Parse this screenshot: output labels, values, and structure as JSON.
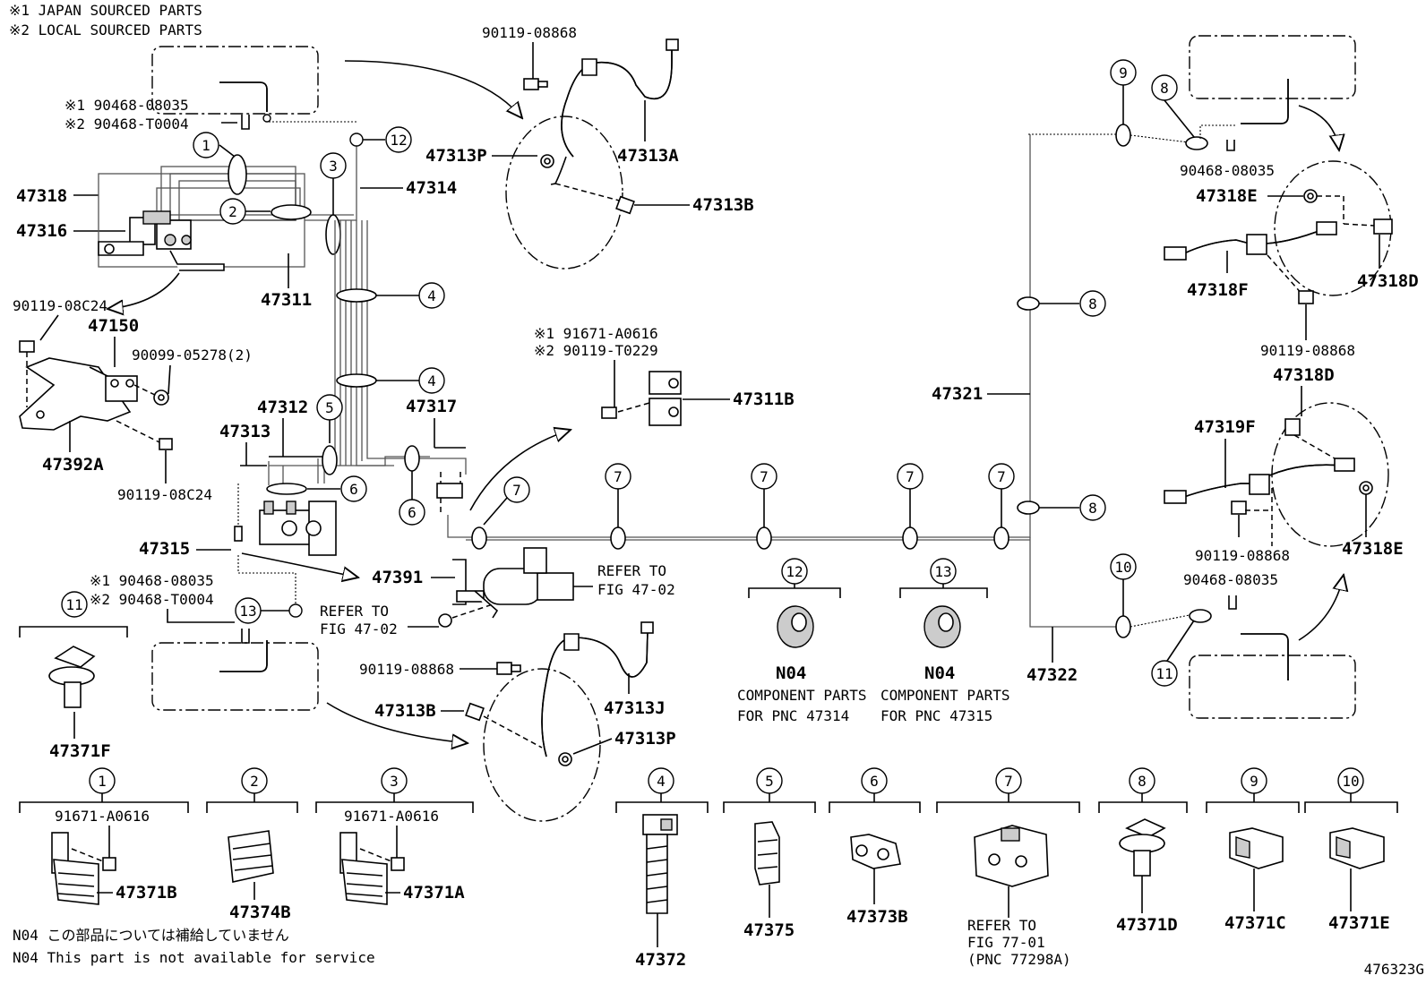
{
  "notes": {
    "japan": "※1 JAPAN SOURCED PARTS",
    "local": "※2 LOCAL SOURCED PARTS",
    "n04_jp": "N04 この部品については補給していません",
    "n04_en": "N04 This part is not available for service"
  },
  "figure_code": "476323G",
  "markers": {
    "m1": "1",
    "m2": "2",
    "m3": "3",
    "m4": "4",
    "m5": "5",
    "m6": "6",
    "m7": "7",
    "m8": "8",
    "m9": "9",
    "m10": "10",
    "m11": "11",
    "m12": "12",
    "m13": "13"
  },
  "labels": {
    "p90119_08868": "90119-08868",
    "p47313A": "47313A",
    "p47313P": "47313P",
    "p47313B": "47313B",
    "p90468_08035_1": "※1 90468-08035",
    "p90468_T0004_2": "※2 90468-T0004",
    "p47318": "47318",
    "p47316": "47316",
    "p47314": "47314",
    "p47311": "47311",
    "p90119_08C24": "90119-08C24",
    "p47150": "47150",
    "p90099_05278": "90099-05278(2)",
    "p47392A": "47392A",
    "p47312": "47312",
    "p47313": "47313",
    "p47317": "47317",
    "p47315": "47315",
    "p91671_A0616_1": "※1 91671-A0616",
    "p90119_T0229_2": "※2 90119-T0229",
    "p47311B": "47311B",
    "p47391": "47391",
    "refer_to": "REFER TO",
    "fig_47_02": "FIG 47-02",
    "p47313J": "47313J",
    "p47371F": "47371F",
    "n04": "N04",
    "component_parts": "COMPONENT PARTS",
    "for_pnc_47314": "FOR PNC 47314",
    "for_pnc_47315": "FOR PNC 47315",
    "p90468_08035": "90468-08035",
    "p47318E": "47318E",
    "p47318F": "47318F",
    "p47318D": "47318D",
    "p47319F": "47319F",
    "p47321": "47321",
    "p47322": "47322",
    "p91671_A0616": "91671-A0616",
    "p47371B": "47371B",
    "p47374B": "47374B",
    "p47371A": "47371A",
    "p47372": "47372",
    "p47375": "47375",
    "p47373B": "47373B",
    "fig_77_01": "FIG 77-01",
    "pnc_77298A": "(PNC 77298A)",
    "p47371D": "47371D",
    "p47371C": "47371C",
    "p47371E": "47371E"
  }
}
